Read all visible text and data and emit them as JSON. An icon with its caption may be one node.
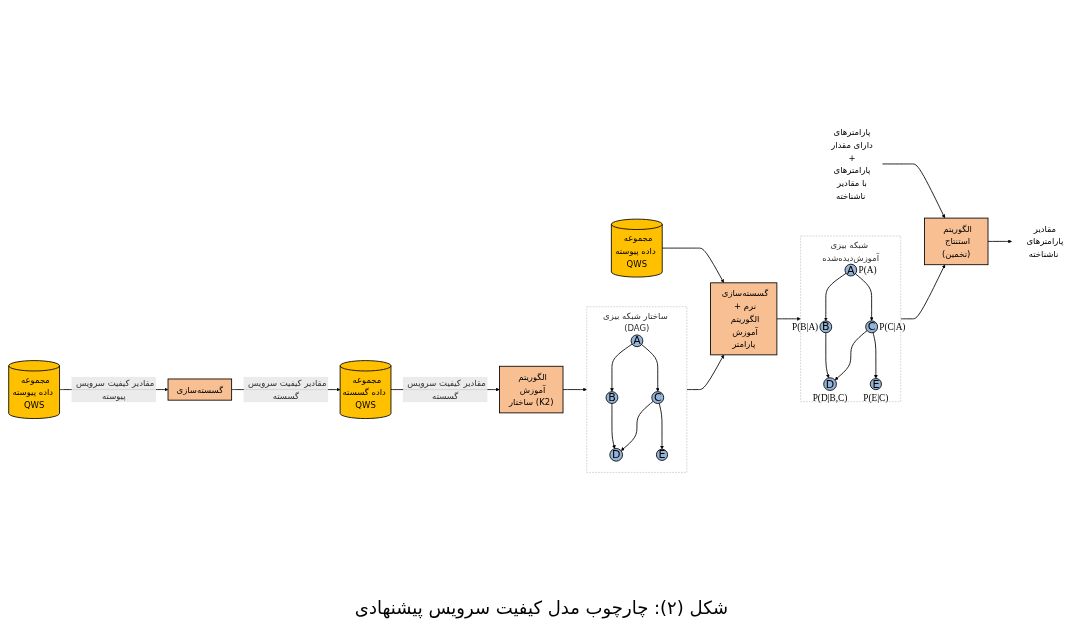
{
  "diagram": {
    "caption": "شکل (۲): چارچوب مدل کیفیت سرویس پیشنهادی",
    "nodes": [
      {
        "text": [
          "مجموعه داده پیوسته QWS"
        ]
      },
      {
        "text": [
          "گسسته‌سازی"
        ]
      },
      {
        "text": [
          "مجموعه داده گسسته QWS"
        ]
      },
      {
        "text": [
          "الگوریتم آموزش ساختار (K2)"
        ]
      },
      {
        "text": [
          "ساختار شبکه بیزی (DAG)"
        ]
      },
      {
        "text": [
          "A"
        ],
        "in": 4
      },
      {
        "text": [
          "B"
        ],
        "in": 4
      },
      {
        "text": [
          "C"
        ],
        "in": 4
      },
      {
        "text": [
          "D"
        ],
        "in": 4
      },
      {
        "text": [
          "E"
        ],
        "in": 4
      },
      {
        "text": [
          "مجموعه داده پیوسته QWS"
        ]
      },
      {
        "text": [
          "گسسته‌سازی نرم + الگوریتم آموزش پارامتر"
        ]
      },
      {
        "text": [
          "شبکه بیزی آموزش‌دیده‌شده"
        ]
      },
      {
        "text": [
          "A"
        ],
        "in": 12,
        "beside": [
          "P(A)"
        ]
      },
      {
        "text": [
          "B"
        ],
        "in": 12,
        "beside": [
          "P(B|A)"
        ]
      },
      {
        "text": [
          "C"
        ],
        "in": 12,
        "beside": [
          "P(C|A)"
        ]
      },
      {
        "text": [
          "D"
        ],
        "in": 12,
        "beside": [
          "P(D|B,C)"
        ]
      },
      {
        "text": [
          "E"
        ],
        "in": 12,
        "beside": [
          "P(E|C)"
        ]
      },
      {
        "text": [
          "الگوریتم استنتاج (تخمین)"
        ]
      },
      {
        "text": [
          "پارامترهای دارای مقدار + پارامترهای با مقادیر ناشناخته"
        ]
      },
      {
        "text": [
          "مقادیر پارامترهای ناشناخته"
        ]
      }
    ],
    "edges": [
      {
        "from": 0,
        "to": 1,
        "arrow": "to",
        "label": "مقادیر کیفیت سرویس پیوسته"
      },
      {
        "from": 1,
        "to": 2,
        "arrow": "to",
        "label": "مقادیر کیفیت سرویس گسسته"
      },
      {
        "from": 2,
        "to": 3,
        "arrow": "to",
        "label": "مقادیر کیفیت سرویس گسسته"
      },
      {
        "from": 3,
        "to": 4,
        "arrow": "to"
      },
      {
        "from": 5,
        "to": 6,
        "arrow": "to"
      },
      {
        "from": 5,
        "to": 7,
        "arrow": "to"
      },
      {
        "from": 6,
        "to": 8,
        "arrow": "to"
      },
      {
        "from": 7,
        "to": 8,
        "arrow": "to"
      },
      {
        "from": 7,
        "to": 9,
        "arrow": "to"
      },
      {
        "from": 4,
        "to": 11,
        "arrow": "to"
      },
      {
        "from": 10,
        "to": 11,
        "arrow": "to"
      },
      {
        "from": 11,
        "to": 12,
        "arrow": "to"
      },
      {
        "from": 13,
        "to": 14,
        "arrow": "to"
      },
      {
        "from": 13,
        "to": 15,
        "arrow": "to"
      },
      {
        "from": 14,
        "to": 16,
        "arrow": "to"
      },
      {
        "from": 15,
        "to": 16,
        "arrow": "to"
      },
      {
        "from": 15,
        "to": 17,
        "arrow": "to"
      },
      {
        "from": 12,
        "to": 18,
        "arrow": "to"
      },
      {
        "from": 19,
        "to": 18,
        "arrow": "to"
      },
      {
        "from": 18,
        "to": 20,
        "arrow": "to"
      }
    ]
  }
}
